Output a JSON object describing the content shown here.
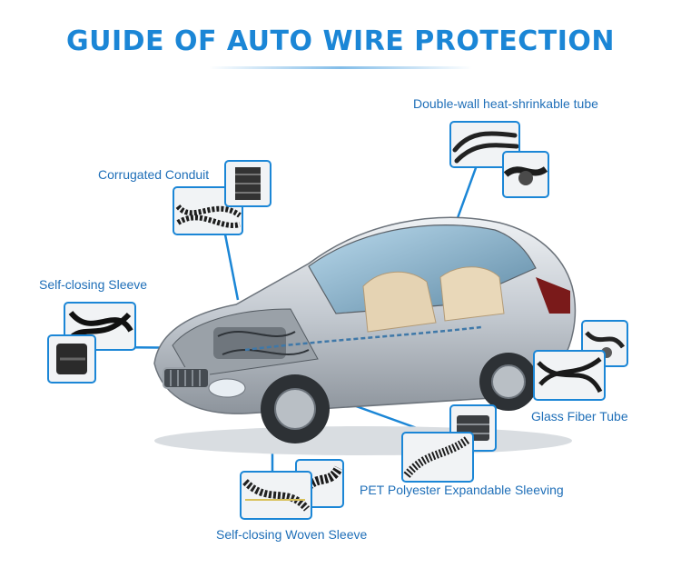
{
  "title": "GUIDE  OF  AUTO WIRE PROTECTION",
  "labels": {
    "double_wall": "Double-wall heat-shrinkable tube",
    "corrugated": "Corrugated Conduit",
    "self_closing": "Self-closing Sleeve",
    "glass_fiber": "Glass Fiber Tube",
    "pet": "PET Polyester Expandable Sleeving",
    "woven": "Self-closing Woven Sleeve"
  },
  "colors": {
    "accent": "#1b86d6",
    "label_text": "#1f6fb8",
    "car_body": "#c9ced4"
  }
}
